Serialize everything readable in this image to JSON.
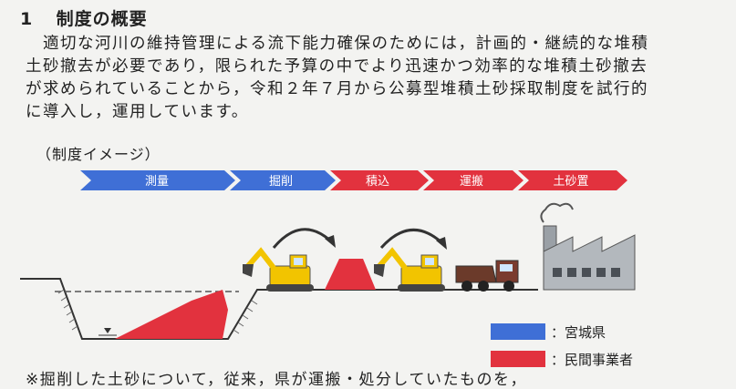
{
  "section": {
    "number": "1",
    "title": "制度の概要"
  },
  "paragraph": {
    "lines": [
      "　適切な河川の維持管理による流下能力確保のためには，計画的・継続的な堆積",
      "土砂撤去が必要であり，限られた予算の中でより迅速かつ効率的な堆積土砂撤去",
      "が求められていることから，令和２年７月から公募型堆積土砂採取制度を試行的",
      "に導入し，運用しています。"
    ]
  },
  "caption": "（制度イメージ）",
  "stages": [
    {
      "label": "測量",
      "owner": "prefecture"
    },
    {
      "label": "掘削",
      "owner": "prefecture"
    },
    {
      "label": "積込",
      "owner": "private"
    },
    {
      "label": "運搬",
      "owner": "private"
    },
    {
      "label": "土砂置",
      "owner": "private"
    }
  ],
  "colors": {
    "prefecture": "#3f6fd6",
    "private": "#e2323e",
    "excavator": "#f2c400",
    "factory": "#9aa0a6"
  },
  "legend": [
    {
      "label": "：宮城県",
      "color": "#3f6fd6"
    },
    {
      "label": "：民間事業者",
      "color": "#e2323e"
    }
  ],
  "note": "※掘削した土砂について，従来，県が運搬・処分していたものを，"
}
